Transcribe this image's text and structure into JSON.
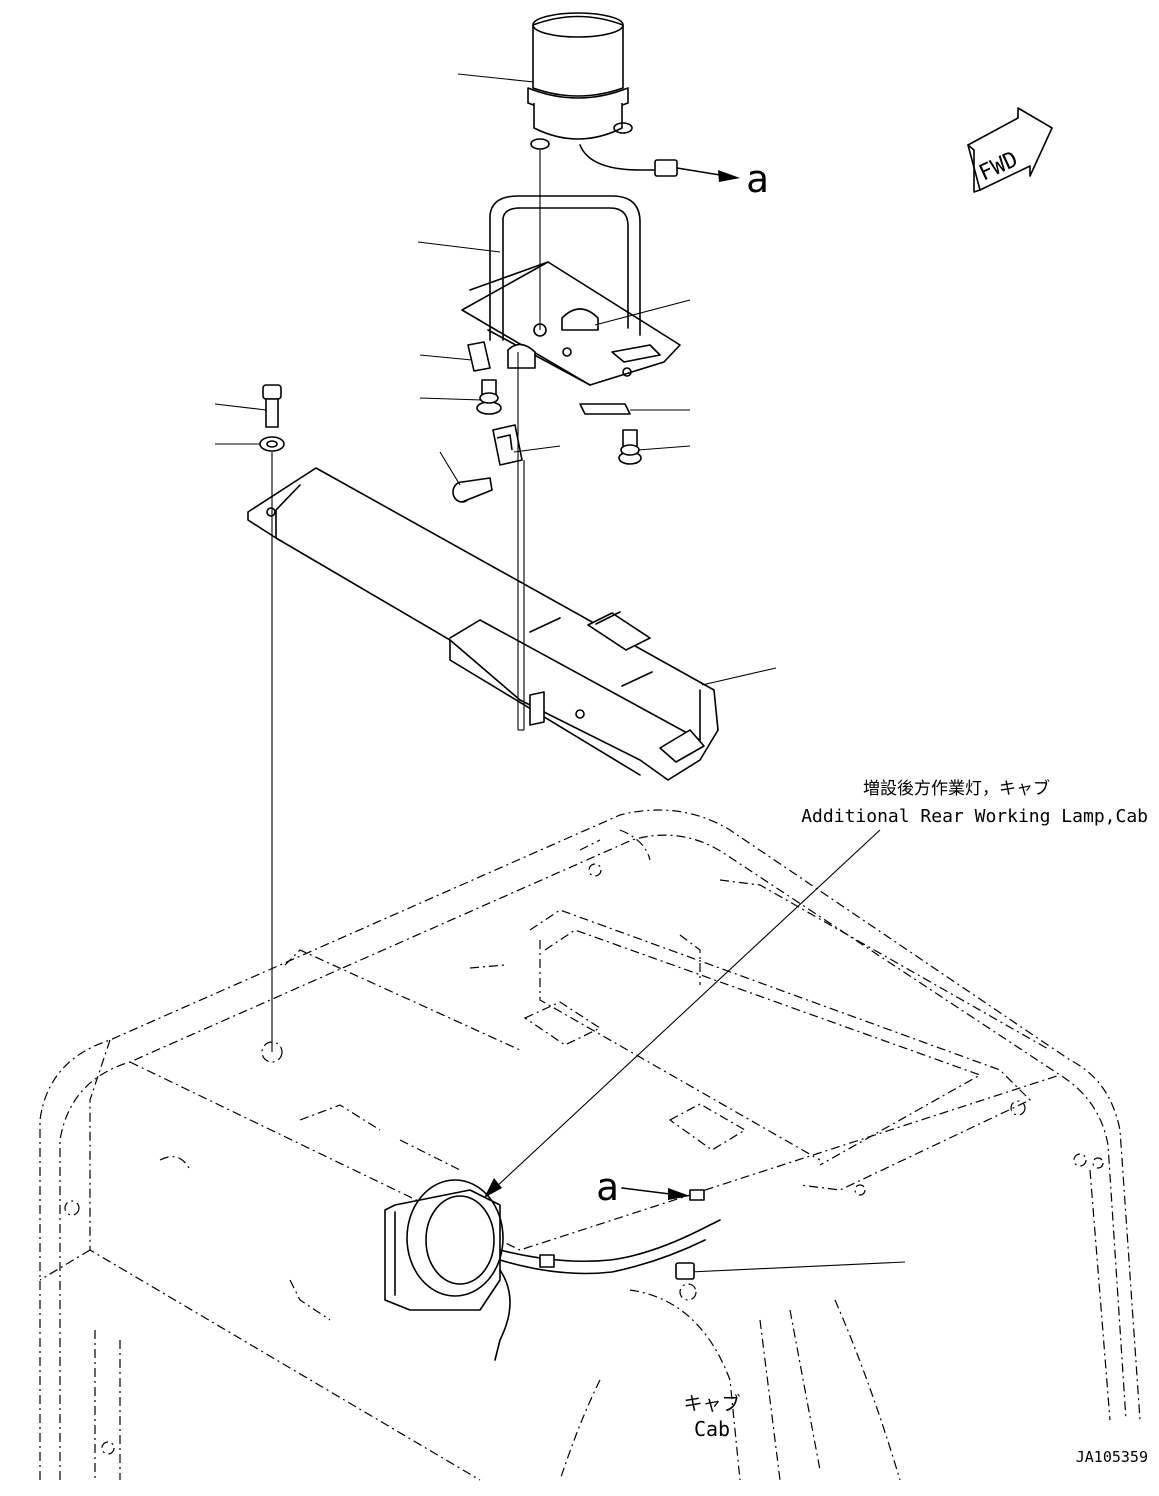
{
  "labels": {
    "arrow_label_top": "a",
    "arrow_label_bottom": "a",
    "fwd": "FWD",
    "callout_jp": "増設後方作業灯，キャブ",
    "callout_en": "Additional Rear Working Lamp,Cab",
    "cab_jp": "キャブ",
    "cab_en": "Cab",
    "drawing_id": "JA105359"
  }
}
